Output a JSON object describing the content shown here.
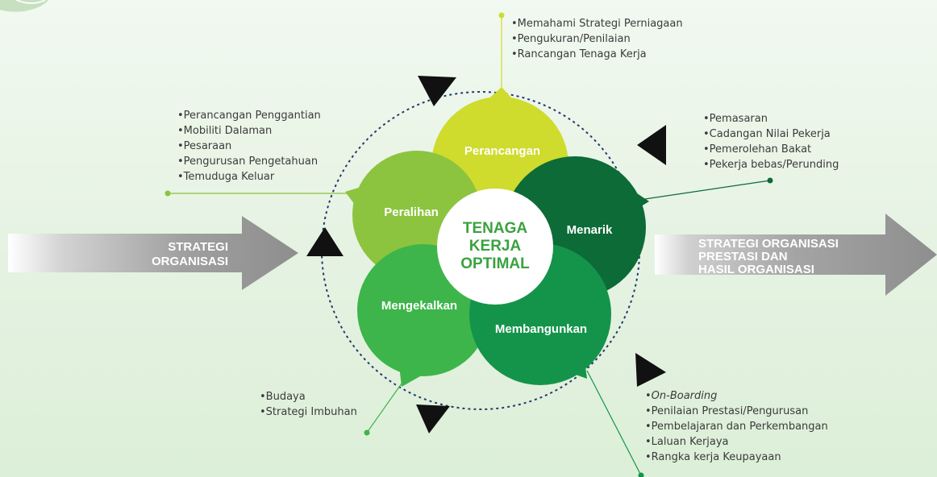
{
  "left_arrow": {
    "lines": [
      "STRATEGI",
      "ORGANISASI"
    ]
  },
  "right_arrow": {
    "lines": [
      "STRATEGI ORGANISASI",
      "PRESTASI DAN",
      "HASIL ORGANISASI"
    ]
  },
  "center": {
    "lines": [
      "TENAGA",
      "KERJA",
      "OPTIMAL"
    ]
  },
  "petals": {
    "perancangan": "Perancangan",
    "menarik": "Menarik",
    "membangunkan": "Membangunkan",
    "mengekalkan": "Mengekalkan",
    "peralihan": "Peralihan"
  },
  "callouts": {
    "perancangan": [
      "•Memahami Strategi Perniagaan",
      "•Pengukuran/Penilaian",
      "•Rancangan Tenaga Kerja"
    ],
    "menarik": [
      "•Pemasaran",
      "•Cadangan Nilai Pekerja",
      "•Pemerolehan Bakat",
      "•Pekerja bebas/Perunding"
    ],
    "membangunkan": [
      "On-Boarding",
      "•Penilaian Prestasi/Pengurusan",
      "•Pembelajaran dan Perkembangan",
      "•Laluan Kerjaya",
      "•Rangka kerja Keupayaan"
    ],
    "mengekalkan": [
      "•Budaya",
      "•Strategi Imbuhan"
    ],
    "peralihan": [
      "•Perancangan Penggantian",
      "•Mobiliti Dalaman",
      "•Pesaraan",
      "•Pengurusan Pengetahuan",
      "•Temuduga Keluar"
    ]
  },
  "colors": {
    "perancangan": "#cfdb2d",
    "menarik": "#0c6b37",
    "membangunkan": "#14944a",
    "mengekalkan": "#3db54a",
    "peralihan": "#8cc43f",
    "core_text": "#3aa23f",
    "cycle": "#243a6e",
    "band": "#9a9a9a"
  }
}
